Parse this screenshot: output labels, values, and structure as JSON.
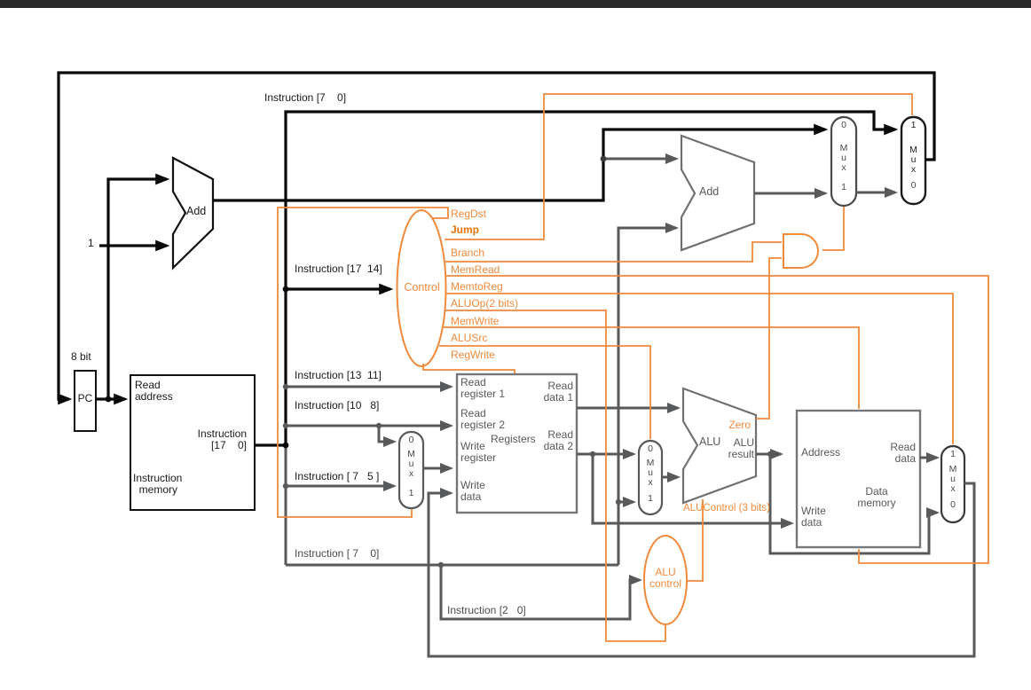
{
  "chrome": {
    "top_bar_color": "#282828"
  },
  "palette": {
    "control_orange": "#F08A3C",
    "wire_gray": "#58595B",
    "wire_black": "#0a0a0a"
  },
  "pc": {
    "label": "PC",
    "width_note": "8 bit"
  },
  "pc_adder": {
    "label": "Add",
    "increment": "1"
  },
  "branch_adder": {
    "label": "Add"
  },
  "instruction_memory": {
    "title": "Instruction\n  memory",
    "read_address": "Read\naddress",
    "instruction_out": "Instruction\n[17    0]"
  },
  "registers": {
    "title": "Registers",
    "read_register_1": "Read\nregister 1",
    "read_register_2": "Read\nregister 2",
    "write_register": "Write\nregister",
    "write_data": "Write\ndata",
    "read_data_1": "Read\ndata 1",
    "read_data_2": "Read\ndata 2"
  },
  "alu": {
    "label": "ALU",
    "result": "ALU\nresult",
    "zero": "Zero"
  },
  "alu_control": {
    "title": "ALU\ncontrol",
    "bus_label": "ALUControl (3 bits)"
  },
  "data_memory": {
    "title": "Data\nmemory",
    "address": "Address",
    "write_data": "Write\ndata",
    "read_data": "Read\ndata"
  },
  "control": {
    "label": "Control",
    "signals": [
      "RegDst",
      "Jump",
      "Branch",
      "MemRead",
      "MemtoReg",
      "ALUOp(2 bits)",
      "MemWrite",
      "ALUSrc",
      "RegWrite"
    ]
  },
  "instruction_fields": {
    "jump_addr": "Instruction [7    0]",
    "opcode": "Instruction [17  14]",
    "read_reg_1": "Instruction [13  11]",
    "read_reg_2": "Instruction [10   8]",
    "write_reg": "Instruction [ 7   5 ]",
    "immediate": "Instruction [ 7    0]",
    "funct": "Instruction [2   0]"
  },
  "muxes": {
    "regdst": {
      "in_top": "0",
      "name": "M\nu\nx",
      "in_bottom": "1"
    },
    "alusrc": {
      "in_top": "0",
      "name": "M\nu\nx",
      "in_bottom": "1"
    },
    "branch": {
      "in_top": "0",
      "name": "M\nu\nx",
      "in_bottom": "1"
    },
    "jump": {
      "in_top": "1",
      "name": "M\nu\nx",
      "in_bottom": "0"
    },
    "memtoreg": {
      "in_top": "1",
      "name": "M\nu\nx",
      "in_bottom": "0"
    }
  }
}
